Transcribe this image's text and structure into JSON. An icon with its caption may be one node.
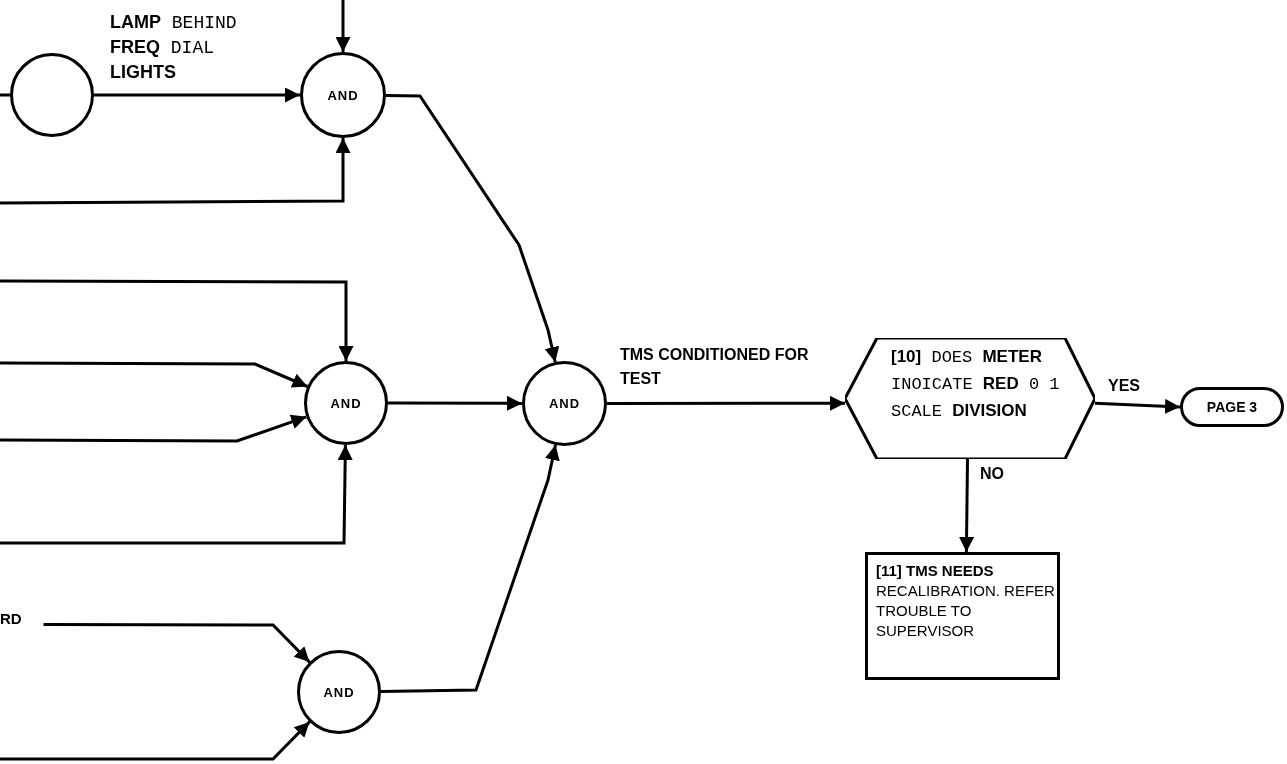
{
  "diagram": {
    "nodes": [
      {
        "text": [],
        "shape": "circle",
        "beside": [
          "**LAMP** BEHIND **FREQ** DIAL **LIGHTS**"
        ]
      },
      {
        "text": [
          "AND"
        ]
      },
      {
        "text": [
          "AND"
        ]
      },
      {
        "text": [
          "AND"
        ]
      },
      {
        "text": [
          "AND"
        ]
      },
      {
        "text": [
          "**[10]** DOES **METER** INOICATE **RED** 0 1 SCALE **DIVISION**"
        ]
      },
      {
        "text": [
          "PAGE 3"
        ]
      },
      {
        "text": [
          "**[11] TMS NEEDS** RECALIBRATION. REFER TROUBLE TO SUPERVISOR"
        ]
      },
      {
        "text": [
          "RD"
        ]
      }
    ],
    "edges": [
      {
        "from": null,
        "to": 0,
        "arrow": "none"
      },
      {
        "from": 0,
        "to": 1,
        "arrow": "to"
      },
      {
        "from": null,
        "to": 1,
        "arrow": "to"
      },
      {
        "from": null,
        "to": 1,
        "arrow": "to"
      },
      {
        "from": 1,
        "to": 3,
        "arrow": "to"
      },
      {
        "from": null,
        "to": 2,
        "arrow": "to"
      },
      {
        "from": null,
        "to": 2,
        "arrow": "to"
      },
      {
        "from": null,
        "to": 2,
        "arrow": "to"
      },
      {
        "from": null,
        "to": 2,
        "arrow": "to"
      },
      {
        "from": 2,
        "to": 3,
        "arrow": "to"
      },
      {
        "from": 4,
        "to": 3,
        "arrow": "to"
      },
      {
        "from": 8,
        "to": 4,
        "arrow": "to"
      },
      {
        "from": null,
        "to": 4,
        "arrow": "to"
      },
      {
        "from": 3,
        "to": 5,
        "arrow": "to",
        "label": "TMS CONDITIONED FOR TEST"
      },
      {
        "from": 5,
        "to": 6,
        "arrow": "to",
        "label": "YES"
      },
      {
        "from": 5,
        "to": 7,
        "arrow": "to",
        "label": "NO"
      }
    ]
  }
}
